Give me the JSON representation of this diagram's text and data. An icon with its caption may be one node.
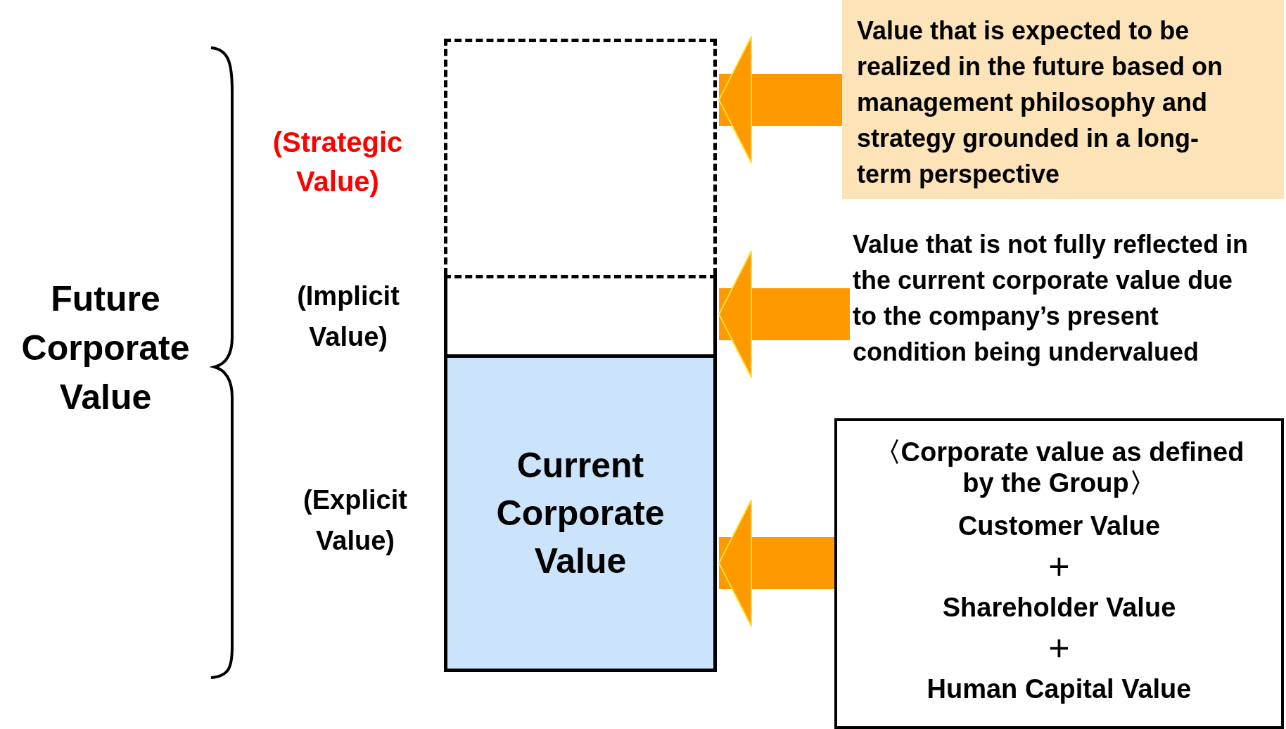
{
  "diagram": {
    "nodes": [
      {
        "text": [],
        "shape": "box"
      },
      {
        "text": [],
        "shape": "box"
      },
      {
        "text": [
          "Current Corporate Value"
        ]
      },
      {
        "text": [
          "Value that is expected to be realized in the future based on management philosophy and strategy grounded in a long-term perspective"
        ]
      },
      {
        "text": [
          "Value that is not fully reflected in the current corporate value due to the company’s present condition being undervalued"
        ]
      },
      {
        "text": [
          "〈Corporate value as defined by the Group〉",
          "Customer Value",
          "+",
          "Shareholder Value",
          "+",
          "Human Capital Value"
        ]
      }
    ],
    "edges": [
      {
        "from": 3,
        "to": 0,
        "arrow": "to"
      },
      {
        "from": 4,
        "to": 1,
        "arrow": "to"
      },
      {
        "from": 5,
        "to": 2,
        "arrow": "to"
      }
    ],
    "labels": [
      "(Strategic Value)",
      "Future Corporate Value",
      "(Implicit Value)",
      "(Explicit Value)"
    ]
  }
}
